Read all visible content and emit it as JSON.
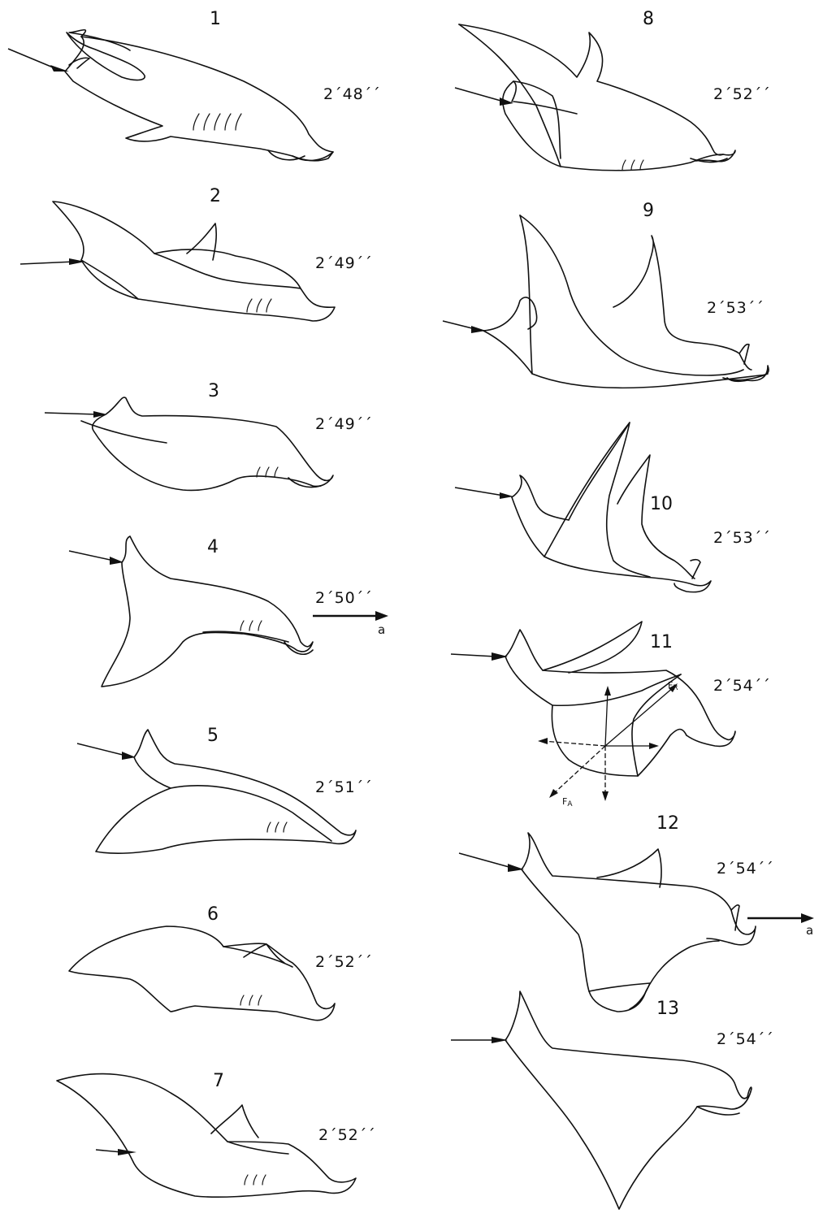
{
  "panels": [
    {
      "id": "1",
      "time": "2´48´´"
    },
    {
      "id": "2",
      "time": "2´49´´"
    },
    {
      "id": "3",
      "time": "2´49´´"
    },
    {
      "id": "4",
      "time": "2´50´´"
    },
    {
      "id": "5",
      "time": "2´51´´"
    },
    {
      "id": "6",
      "time": "2´52´´"
    },
    {
      "id": "7",
      "time": "2´52´´"
    },
    {
      "id": "8",
      "time": "2´52´´"
    },
    {
      "id": "9",
      "time": "2´53´´"
    },
    {
      "id": "10",
      "time": "2´53´´"
    },
    {
      "id": "11",
      "time": "2´54´´"
    },
    {
      "id": "12",
      "time": "2´54´´"
    },
    {
      "id": "13",
      "time": "2´54´´"
    }
  ],
  "arrow_labels": {
    "a4": "a",
    "a12": "a"
  },
  "force_labels": {
    "fr_main": "F",
    "fr_sub": "R",
    "fa_main": "F",
    "fa_sub": "A"
  }
}
